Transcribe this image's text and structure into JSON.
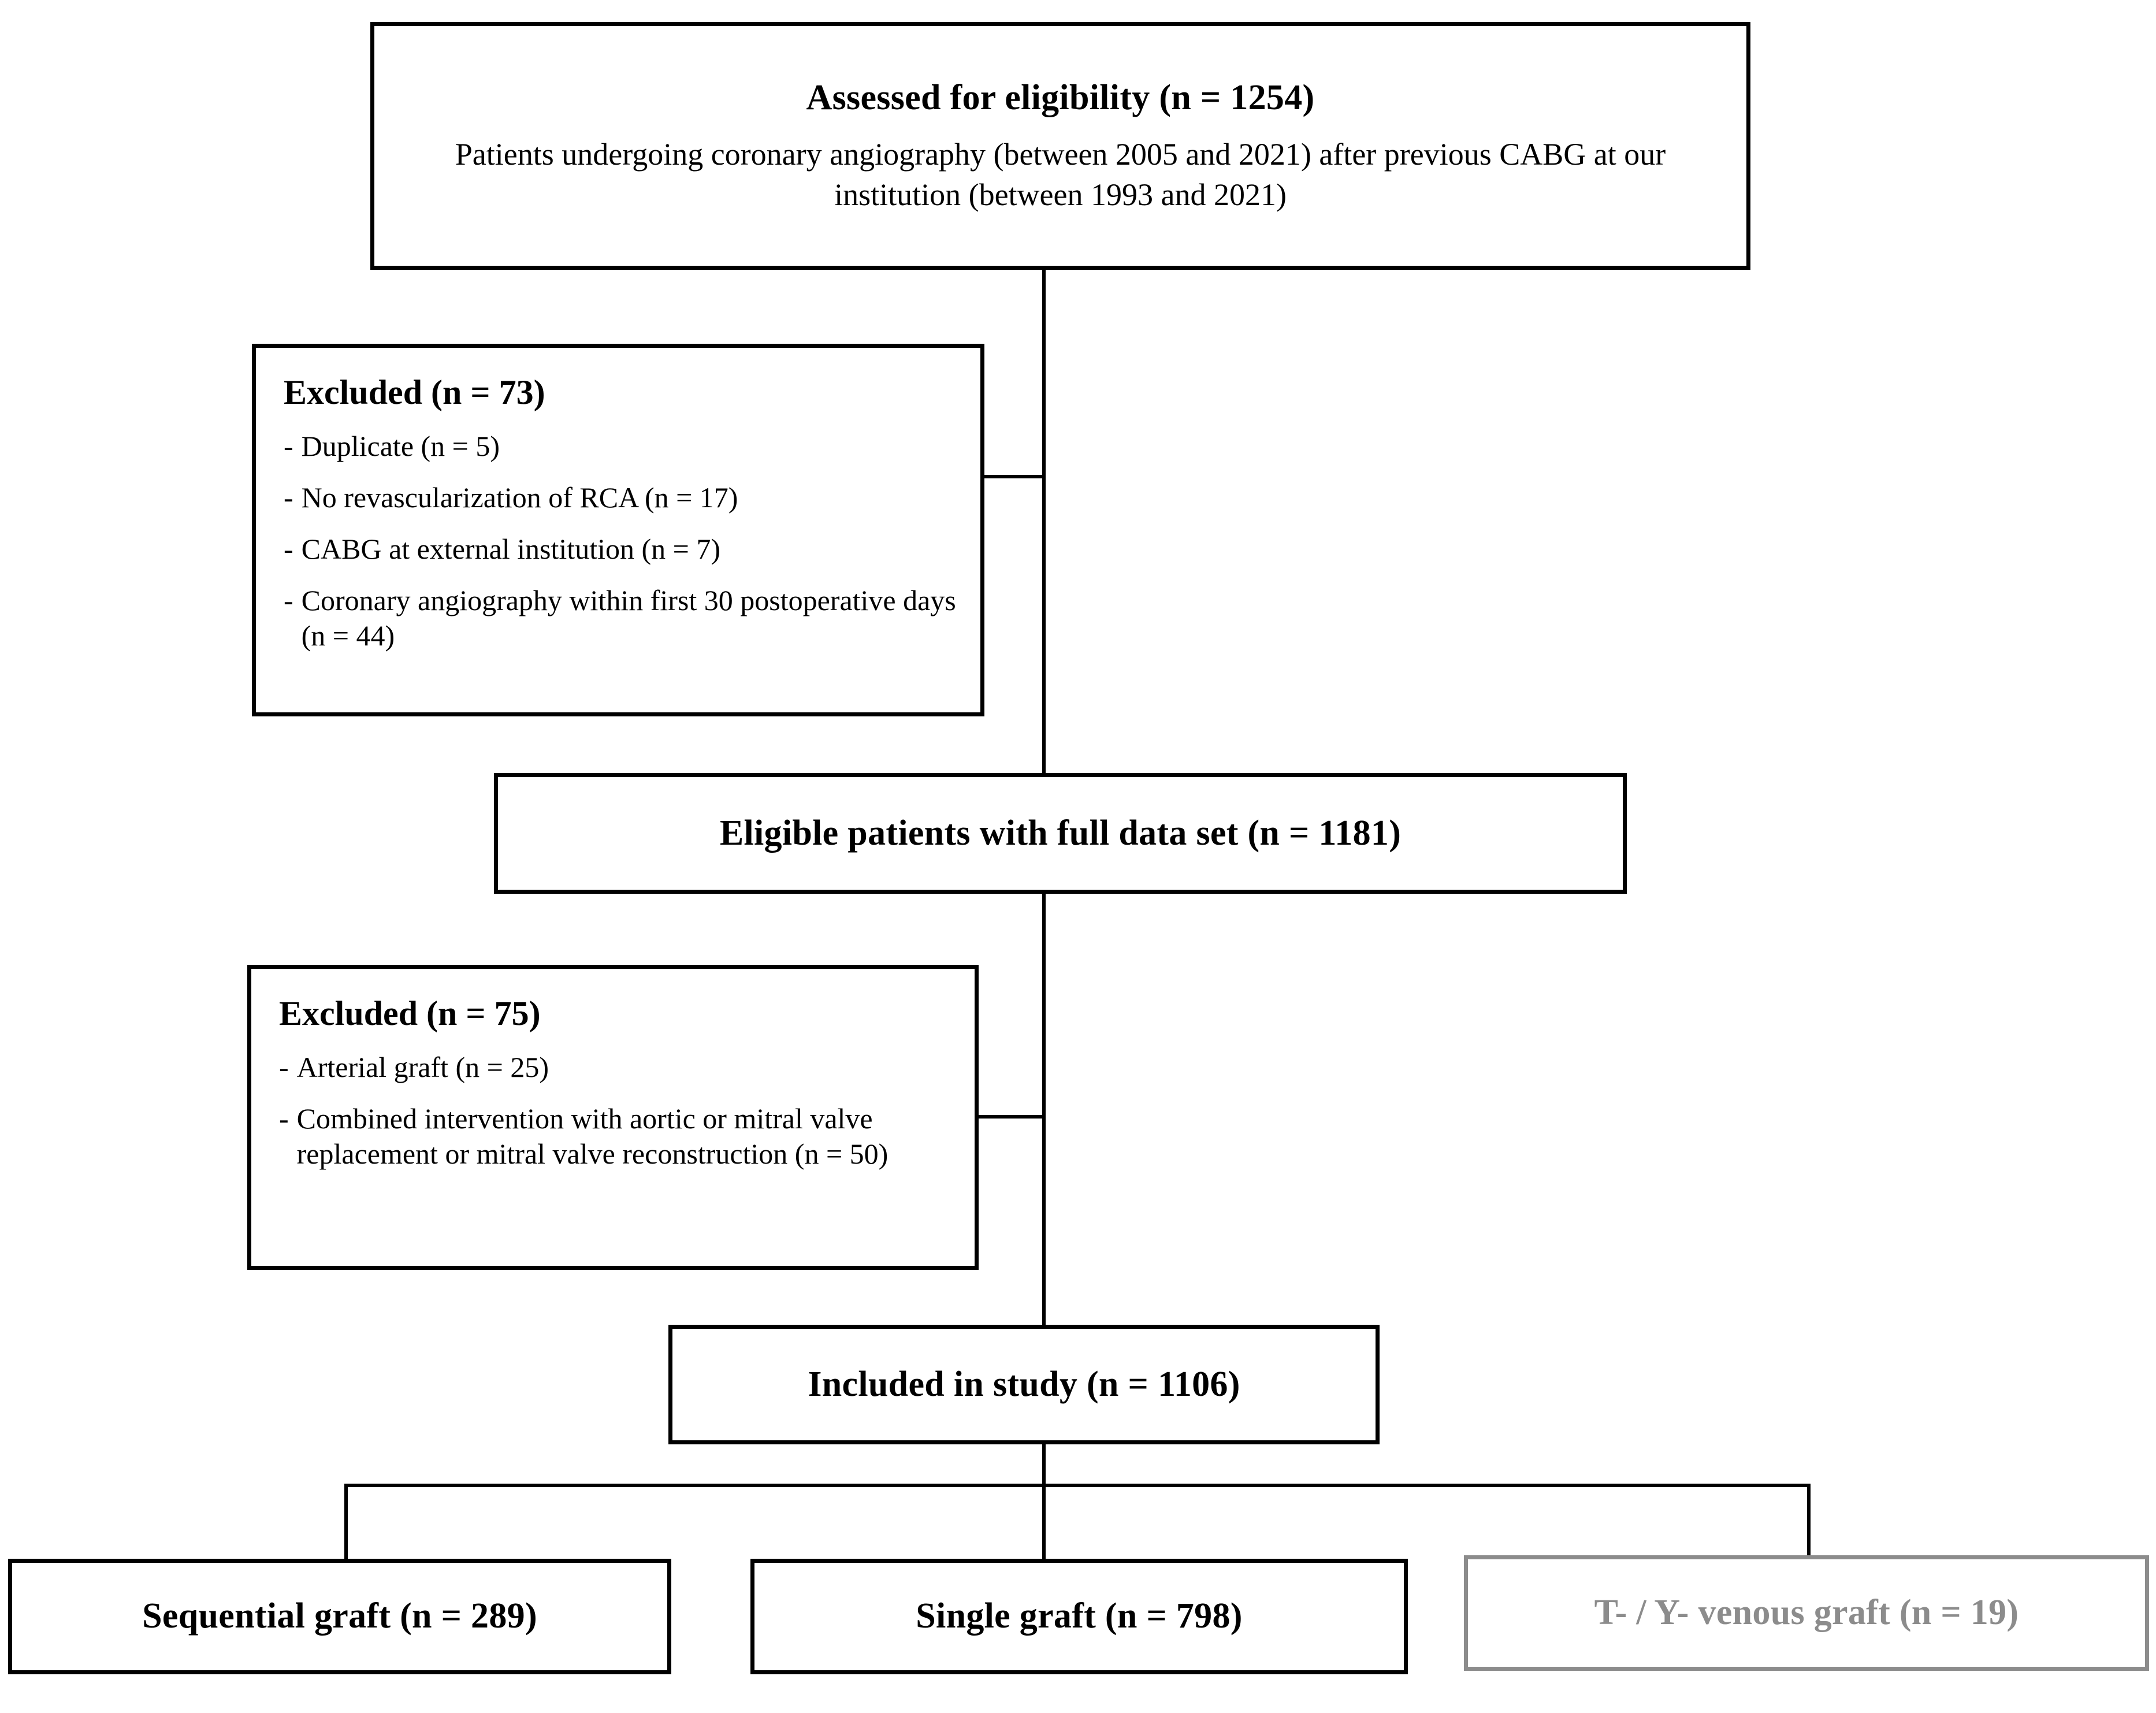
{
  "diagram": {
    "type": "prisma-flow-diagram",
    "nodes": {
      "assessed": {
        "title": "Assessed for eligibility (n = 1254)",
        "subtitle": "Patients undergoing coronary angiography (between 2005 and 2021) after previous CABG at our institution (between 1993 and 2021)",
        "n": 1254
      },
      "excluded_1": {
        "title": "Excluded (n = 73)",
        "n": 73,
        "items": [
          "Duplicate (n = 5)",
          "No revascularization of RCA (n = 17)",
          "CABG at external institution (n = 7)",
          "Coronary angiography within first 30 postoperative days (n = 44)"
        ],
        "dash": "-"
      },
      "eligible": {
        "title": "Eligible patients with full data set (n = 1181)",
        "n": 1181
      },
      "excluded_2": {
        "title": "Excluded (n = 75)",
        "n": 75,
        "items": [
          "Arterial graft (n = 25)",
          "Combined intervention with aortic or mitral valve replacement or mitral valve reconstruction (n = 50)"
        ],
        "dash": "-"
      },
      "included": {
        "title": "Included in study (n = 1106)",
        "n": 1106
      },
      "sequential": {
        "title": "Sequential graft  (n = 289)",
        "n": 289
      },
      "single": {
        "title": "Single graft (n = 798)",
        "n": 798
      },
      "ty_venous": {
        "title": "T- / Y- venous graft (n = 19)",
        "n": 19
      }
    },
    "colors": {
      "line": "#000000",
      "box_border": "#000000",
      "muted_border": "#8c8c8c",
      "muted_text": "#8c8c8c",
      "background": "#ffffff"
    }
  }
}
